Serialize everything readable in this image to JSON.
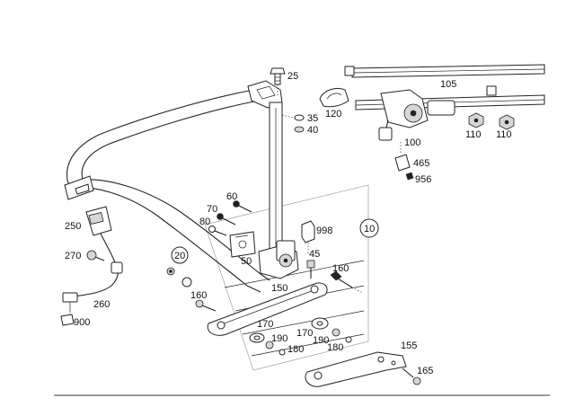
{
  "labels": {
    "p25": "25",
    "p35": "35",
    "p40": "40",
    "p105": "105",
    "p120": "120",
    "p100": "100",
    "p110a": "110",
    "p110b": "110",
    "p465": "465",
    "p956": "956",
    "p60": "60",
    "p70": "70",
    "p80": "80",
    "p998": "998",
    "p10": "10",
    "p250": "250",
    "p270": "270",
    "p20": "20",
    "p50": "50",
    "p45": "45",
    "p160a": "160",
    "p160b": "160",
    "p150": "150",
    "p260": "260",
    "p900": "900",
    "p170a": "170",
    "p190a": "190",
    "p180a": "180",
    "p170b": "170",
    "p190b": "190",
    "p180b": "180",
    "p155": "155",
    "p165": "165"
  }
}
